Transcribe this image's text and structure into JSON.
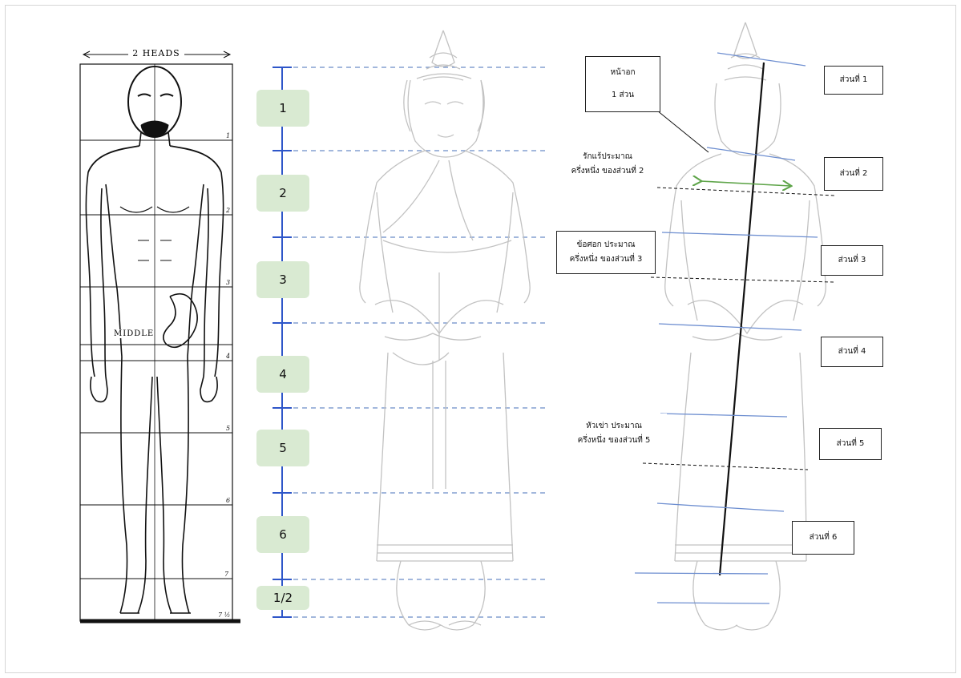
{
  "reference_figure": {
    "title": "2 HEADS",
    "middle_label": "MIDDLE",
    "row_numbers": [
      "1",
      "2",
      "3",
      "4",
      "5",
      "6",
      "7",
      "7 ½"
    ]
  },
  "scale": {
    "sections": [
      "1",
      "2",
      "3",
      "4",
      "5",
      "6",
      "1/2"
    ]
  },
  "annotations": {
    "chest": [
      "หน้าอก",
      "1 ส่วน"
    ],
    "armpit": [
      "รักแร้ประมาณ",
      "ครึ่งหนึ่ง ของส่วนที่ 2"
    ],
    "elbow": [
      "ข้อศอก ประมาณ",
      "ครึ่งหนึ่ง ของส่วนที่ 3"
    ],
    "knee": [
      "หัวเข่า ประมาณ",
      "ครึ่งหนึ่ง ของส่วนที่ 5"
    ]
  },
  "part_labels": [
    "ส่วนที่ 1",
    "ส่วนที่ 2",
    "ส่วนที่ 3",
    "ส่วนที่ 4",
    "ส่วนที่ 5",
    "ส่วนที่ 6"
  ],
  "colors": {
    "scale_blue": "#2e56c9",
    "guide_dash": "#6a8cc7",
    "badge_green": "#d9ead2",
    "arrow_green": "#5fa54a",
    "sketch_gray": "#c2c2c2"
  }
}
